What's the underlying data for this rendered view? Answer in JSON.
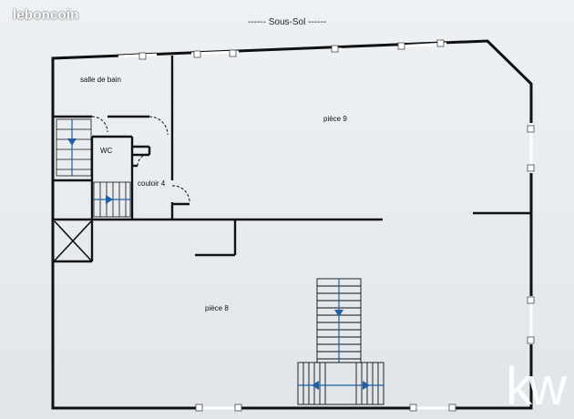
{
  "watermark": {
    "source": "leboncoin",
    "agency": "kw"
  },
  "plan": {
    "title": "------ Sous-Sol ------"
  },
  "rooms": {
    "salle_de_bain": "salle de bain",
    "piece_9": "pièce 9",
    "wc": "WC",
    "couloir": "couloir 4",
    "piece_8": "pièce 8"
  },
  "colors": {
    "wall": "#111111",
    "stair_arrow": "#1f5fa8",
    "window": "#ffffff"
  }
}
